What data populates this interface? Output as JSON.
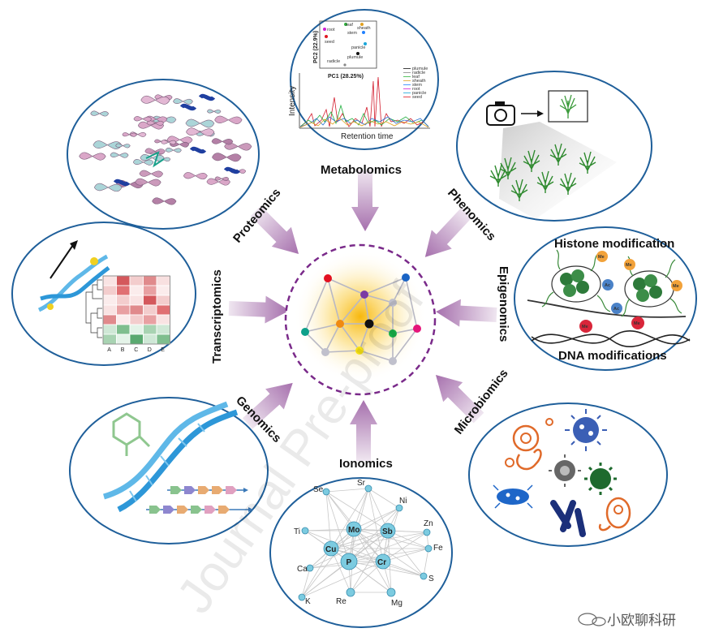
{
  "labels": {
    "metabolomics": "Metabolomics",
    "phenomics": "Phenomics",
    "epigenomics": "Epigenomics",
    "microbiomics": "Microbiomics",
    "ionomics": "Ionomics",
    "genomics": "Genomics",
    "transcriptomics": "Transcriptomics",
    "proteomics": "Proteomics"
  },
  "metabolomics_panel": {
    "pca_xlabel": "PC1 (28.25%)",
    "pca_ylabel": "PC2 (22.9%)",
    "pca_points": [
      {
        "label": "root",
        "color": "#d11fd1"
      },
      {
        "label": "seed",
        "color": "#e01b24"
      },
      {
        "label": "leaf",
        "color": "#31b83f"
      },
      {
        "label": "sheath",
        "color": "#e0a020"
      },
      {
        "label": "stem",
        "color": "#2080ff"
      },
      {
        "label": "panicle",
        "color": "#1aa6d9"
      },
      {
        "label": "plumule",
        "color": "#111111"
      },
      {
        "label": "radicle",
        "color": "#888888"
      }
    ],
    "legend": [
      "plumule",
      "radicle",
      "leaf",
      "sheath",
      "stem",
      "root",
      "panicle",
      "seed"
    ],
    "chrom_ylabel": "Intensity",
    "chrom_xlabel": "Retention time"
  },
  "epigenomics_panel": {
    "title_top": "Histone modification",
    "title_bottom": "DNA modifications",
    "me": "Me",
    "ac": "Ac"
  },
  "transcriptomics_panel": {
    "columns": [
      "A",
      "B",
      "C",
      "D",
      "E"
    ]
  },
  "ionomics_panel": {
    "nodes": [
      "Se",
      "Sr",
      "Ni",
      "Ti",
      "Mo",
      "Sb",
      "Zn",
      "Cu",
      "Fe",
      "Ca",
      "P",
      "Cr",
      "S",
      "K",
      "Re",
      "Mg"
    ]
  },
  "watermark": "Journal Pre-proof",
  "brand": "小欧聊科研",
  "colors": {
    "circle_stroke": "#1f5f9a",
    "center_dash": "#7a2a8a",
    "arrow": "#c9a9cf"
  }
}
